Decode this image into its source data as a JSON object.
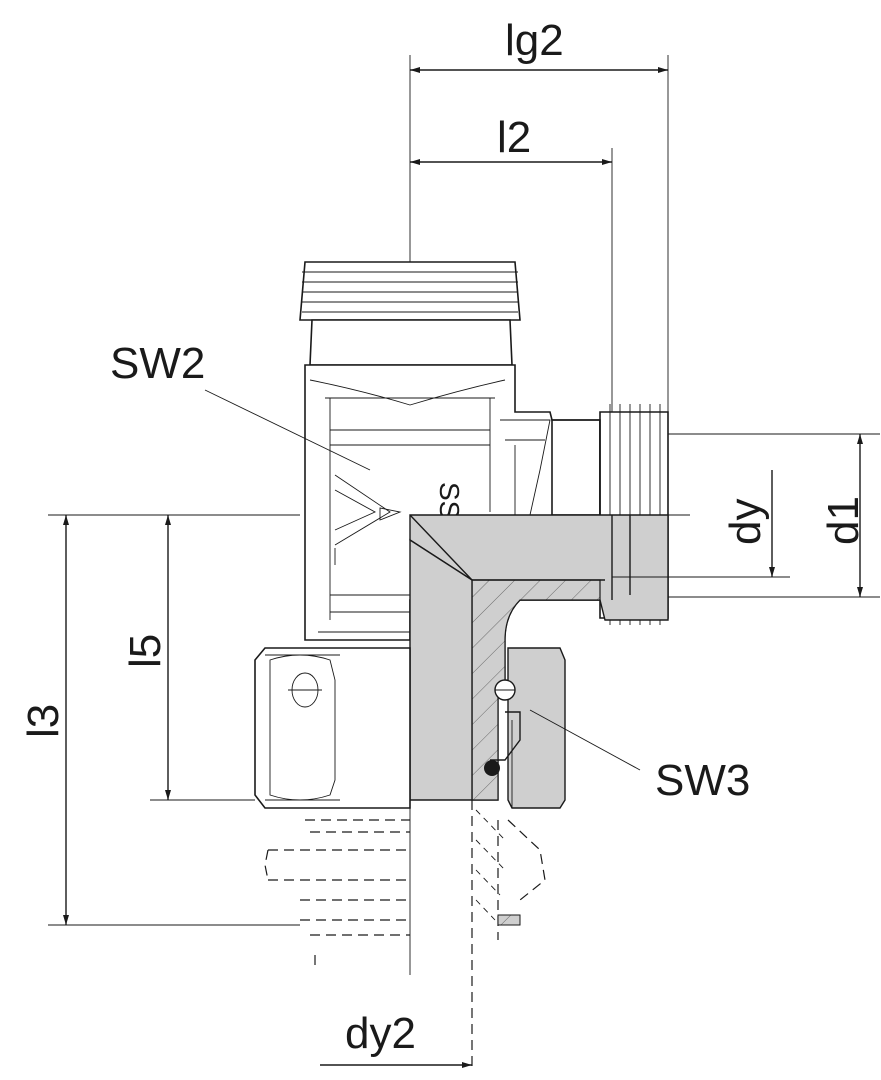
{
  "labels": {
    "lg2": "lg2",
    "l2": "l2",
    "sw2": "SW2",
    "sw3": "SW3",
    "dy": "dy",
    "d1": "d1",
    "l3": "l3",
    "l5": "l5",
    "dy2": "dy2",
    "body_mark": "SS"
  }
}
